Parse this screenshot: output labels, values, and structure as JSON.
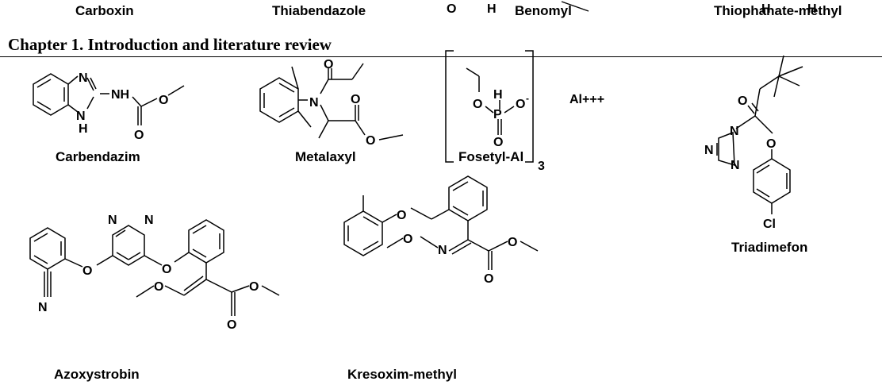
{
  "header": {
    "chapter_title": "Chapter 1. Introduction and literature review"
  },
  "top_row": [
    "Carboxin",
    "Thiabendazole",
    "Benomyl",
    "Thiophanate-methyl"
  ],
  "compounds": [
    "Carbendazim",
    "Metalaxyl",
    "Fosetyl-Al",
    "Triadimefon",
    "Azoxystrobin",
    "Kresoxim-methyl"
  ],
  "atoms": {
    "N": "N",
    "NH": "NH",
    "H": "H",
    "O": "O",
    "P": "P",
    "Cl": "Cl",
    "O_minus": "O",
    "minus": "-",
    "sub3": "3",
    "Al": "Al+++"
  }
}
